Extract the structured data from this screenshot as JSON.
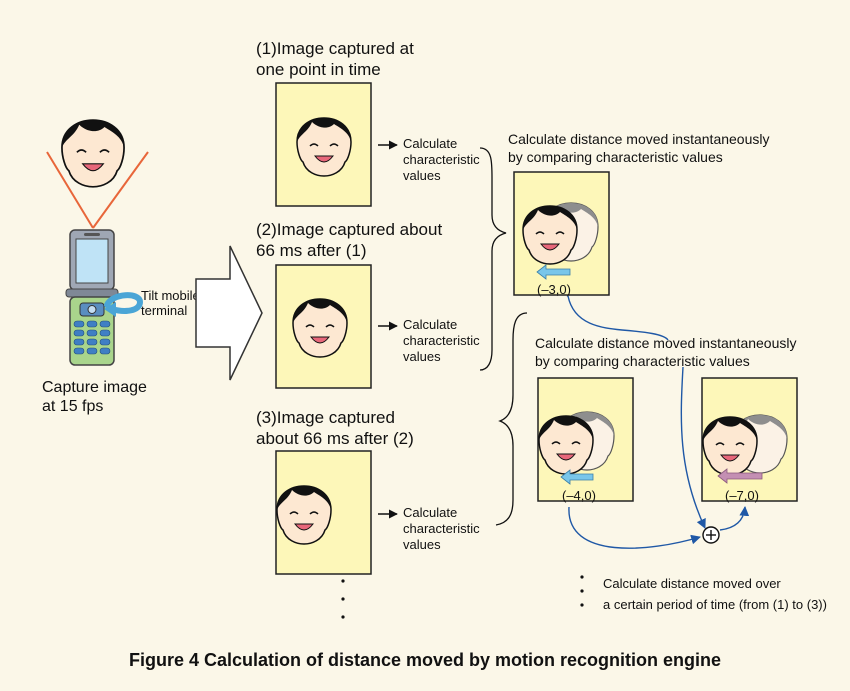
{
  "phone": {
    "tilt_label": [
      "Tilt mobile",
      "terminal"
    ],
    "capture_label": [
      "Capture image",
      "at 15 fps"
    ]
  },
  "frames": [
    {
      "heading": [
        "(1)Image captured at",
        "one point in time"
      ],
      "calc": [
        "Calculate",
        "characteristic",
        "values"
      ]
    },
    {
      "heading": [
        "(2)Image captured about",
        "66 ms after (1)"
      ],
      "calc": [
        "Calculate",
        "characteristic",
        "values"
      ]
    },
    {
      "heading": [
        "(3)Image captured",
        "about 66 ms after (2)"
      ],
      "calc": [
        "Calculate",
        "characteristic",
        "values"
      ]
    }
  ],
  "compare_top": {
    "text": [
      "Calculate distance moved instantaneously",
      "by comparing characteristic values"
    ],
    "vector": "(–3,0)"
  },
  "compare_bottom": {
    "text": [
      "Calculate distance moved instantaneously",
      "by comparing characteristic values"
    ],
    "vector": "(–4,0)"
  },
  "total": {
    "vector": "(–7,0)"
  },
  "period_note": [
    "Calculate distance moved over",
    "a certain period of time (from (1) to (3))"
  ],
  "caption": "Figure 4  Calculation of distance moved by motion recognition engine",
  "colors": {
    "frame_fill": "#fdf7b9",
    "arrow_blue": "#79c6ea",
    "arrow_pink": "#c48fb3",
    "flow_blue": "#1f58a6",
    "beam": "#e8663a"
  }
}
